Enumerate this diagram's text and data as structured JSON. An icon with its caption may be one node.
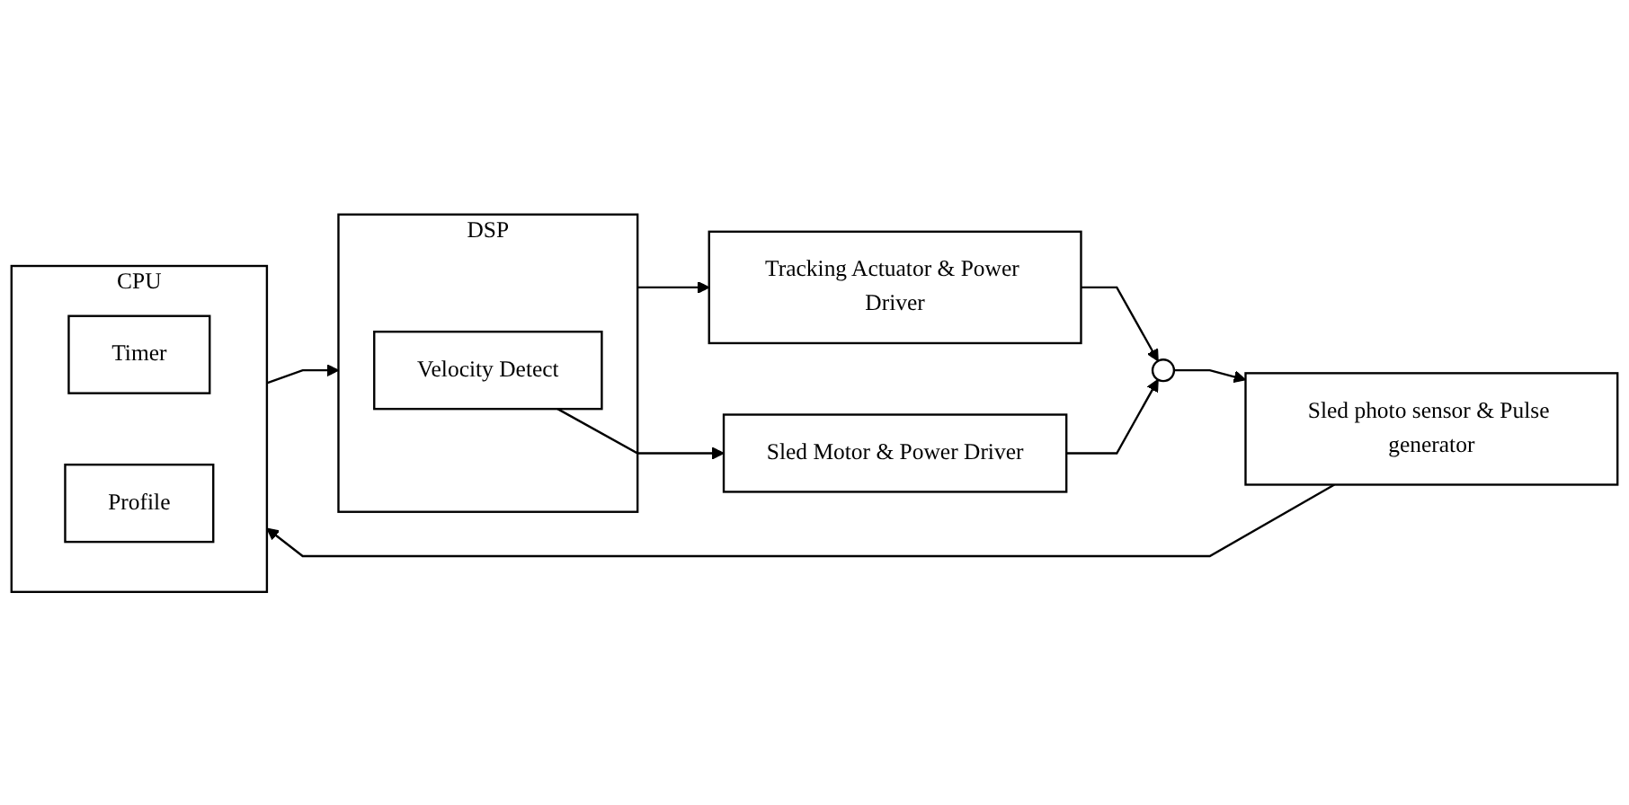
{
  "diagram": {
    "nodes": [
      {
        "text": [
          "CPU"
        ]
      },
      {
        "text": [
          "Timer"
        ],
        "in": 0
      },
      {
        "text": [
          "Profile"
        ],
        "in": 0
      },
      {
        "text": [
          "DSP"
        ]
      },
      {
        "text": [
          "Velocity Detect"
        ],
        "in": 3
      },
      {
        "text": [
          "Tracking Actuator & Power Driver"
        ]
      },
      {
        "text": [
          "Sled Motor & Power Driver"
        ]
      },
      {
        "text": [],
        "shape": "circle"
      },
      {
        "text": [
          "Sled photo sensor & Pulse generator"
        ]
      }
    ],
    "edges": [
      {
        "from": 0,
        "to": 3,
        "arrow": "to"
      },
      {
        "from": 3,
        "to": 5,
        "arrow": "to"
      },
      {
        "from": 4,
        "to": 6,
        "arrow": "to"
      },
      {
        "from": 5,
        "to": 7,
        "arrow": "to"
      },
      {
        "from": 6,
        "to": 7,
        "arrow": "to"
      },
      {
        "from": 7,
        "to": 8,
        "arrow": "to"
      },
      {
        "from": 8,
        "to": 0,
        "arrow": "to"
      }
    ]
  }
}
